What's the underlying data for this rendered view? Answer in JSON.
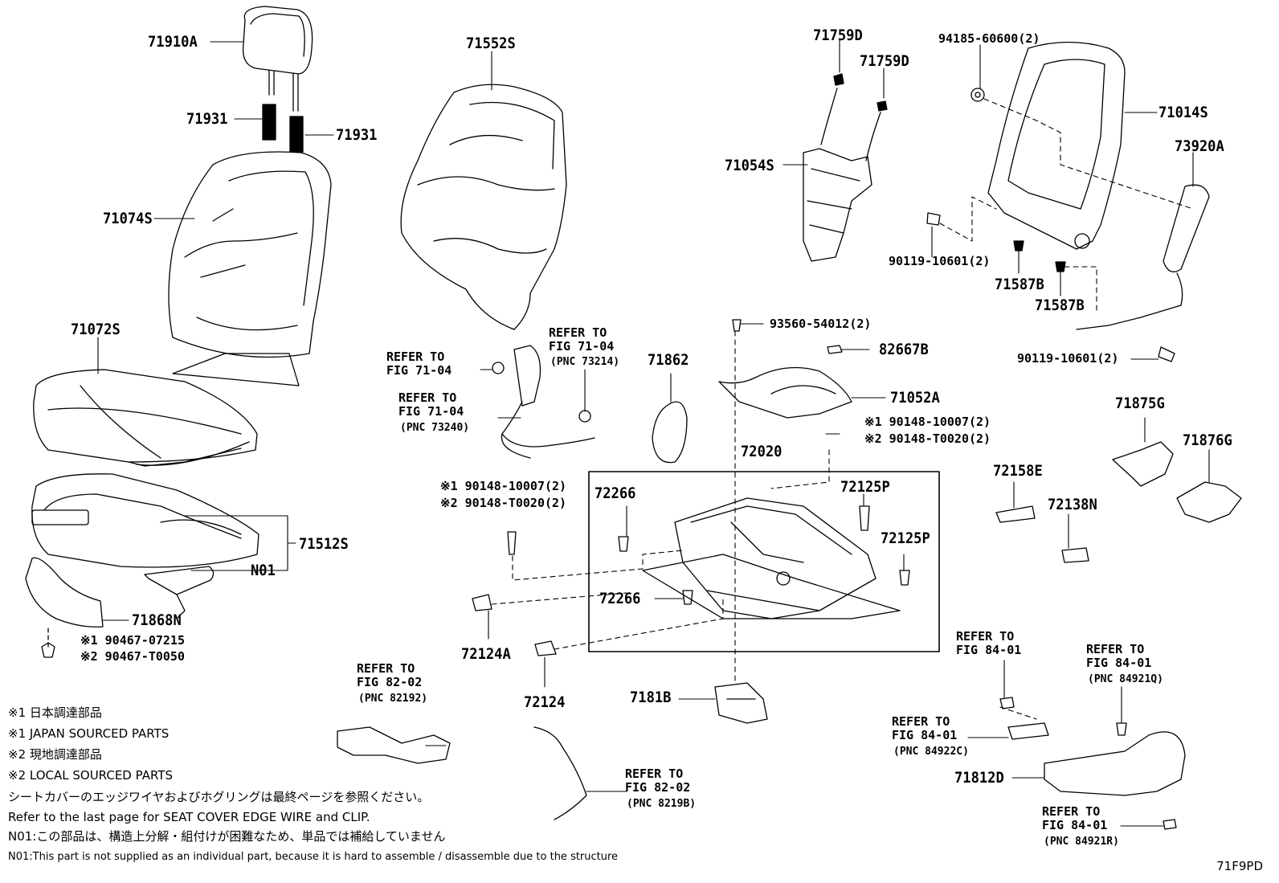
{
  "parts": {
    "p71910A": "71910A",
    "p71931a": "71931",
    "p71931b": "71931",
    "p71074S": "71074S",
    "p71072S": "71072S",
    "p71552S": "71552S",
    "p71512S": "71512S",
    "pN01": "N01",
    "p71868N": "71868N",
    "p90467a": "※1 90467-07215",
    "p90467b": "※2 90467-T0050",
    "p71759Da": "71759D",
    "p71759Db": "71759D",
    "p71054S": "71054S",
    "p94185": "94185-60600(2)",
    "p71014S": "71014S",
    "p73920A": "73920A",
    "p90119a": "90119-10601(2)",
    "p71587Ba": "71587B",
    "p71587Bb": "71587B",
    "p90119b": "90119-10601(2)",
    "p93560": "93560-54012(2)",
    "p82667B": "82667B",
    "p71862": "71862",
    "p71052A": "71052A",
    "p90148a1": "※1 90148-10007(2)",
    "p90148a2": "※2 90148-T0020(2)",
    "p90148b1": "※1 90148-10007(2)",
    "p90148b2": "※2 90148-T0020(2)",
    "p72020": "72020",
    "p72266a": "72266",
    "p72125Pa": "72125P",
    "p72125Pb": "72125P",
    "p72266b": "72266",
    "p72124A": "72124A",
    "p72124": "72124",
    "p7181B": "7181B",
    "p72158E": "72158E",
    "p72138N": "72138N",
    "p71875G": "71875G",
    "p71876G": "71876G",
    "p71812D": "71812D"
  },
  "refs": {
    "r1": "REFER TO\nFIG 71-04",
    "r2": "REFER TO\nFIG 71-04",
    "r2pnc": "(PNC 73214)",
    "r3": "REFER TO\nFIG 71-04",
    "r3pnc": "(PNC 73240)",
    "r4": "REFER TO\nFIG 82-02",
    "r4pnc": "(PNC 82192)",
    "r5": "REFER TO\nFIG 82-02",
    "r5pnc": "(PNC 8219B)",
    "r6": "REFER TO\nFIG 84-01",
    "r7": "REFER TO\nFIG 84-01",
    "r7pnc": "(PNC 84921Q)",
    "r8": "REFER TO\nFIG 84-01",
    "r8pnc": "(PNC 84922C)",
    "r9": "REFER TO\nFIG 84-01",
    "r9pnc": "(PNC 84921R)"
  },
  "notes": {
    "n1": "※1 日本調達部品",
    "n2": "※1  JAPAN SOURCED PARTS",
    "n3": "※2  現地調達部品",
    "n4": "※2  LOCAL SOURCED PARTS",
    "n5": "シートカバーのエッジワイヤおよびホグリングは最終ページを参照ください。",
    "n6": "Refer to the last page for SEAT COVER EDGE WIRE and CLIP.",
    "n7": "N01:この部品は、構造上分解・組付けが困難なため、単品では補給していません",
    "n8": "N01:This part is not supplied as an individual part, because it is hard to assemble / disassemble due to the structure"
  },
  "figure_id": "71F9PD"
}
